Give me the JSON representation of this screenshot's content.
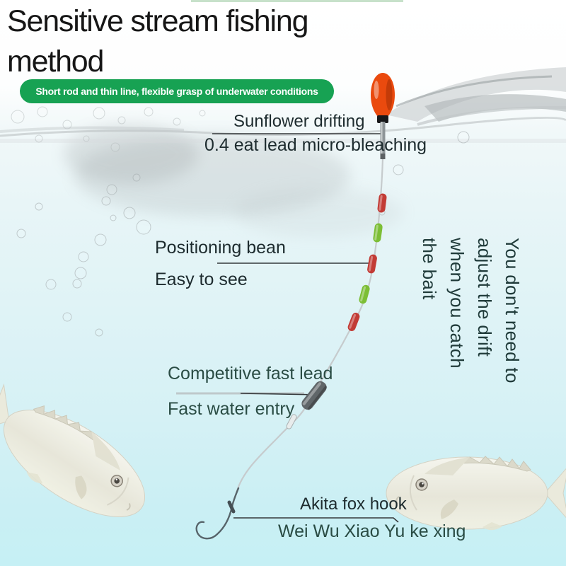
{
  "header": {
    "title_line1": "Sensitive stream fishing",
    "title_line2": "method",
    "badge": "Short rod and thin line, flexible grasp of underwater conditions",
    "badge_color": "#17a253"
  },
  "callouts": {
    "float_label_top": "Sunflower drifting",
    "float_label_bottom": "0.4 eat lead micro-bleaching",
    "bead_label_top": "Positioning bean",
    "bead_label_bottom": "Easy to see",
    "lead_label_top": "Competitive fast lead",
    "lead_label_bottom": "Fast water entry",
    "hook_label_top": "Akita fox hook",
    "hook_label_bottom": "Wei Wu Xiao Yu ke xing"
  },
  "side_note": {
    "line1": "You don't need to",
    "line2": "adjust the drift",
    "line3": "when you catch",
    "line4": "the bait"
  },
  "rig": {
    "float_color": "#ea4a0e",
    "float_collar_color": "#17181a",
    "stem_color": "#8e9598",
    "line_color": "#c6cbcd",
    "callout_line_color": "#35393b",
    "bead_red": "#c23b35",
    "bead_green": "#7cbe35",
    "bead_sequence": [
      "red",
      "green",
      "red",
      "green",
      "red"
    ],
    "lead_color": "#606669",
    "hook_color": "#57646a"
  },
  "scene": {
    "water_tint": "#c6f0f5",
    "subjects": [
      "pompano fish left",
      "pompano fish bottom-right"
    ]
  }
}
